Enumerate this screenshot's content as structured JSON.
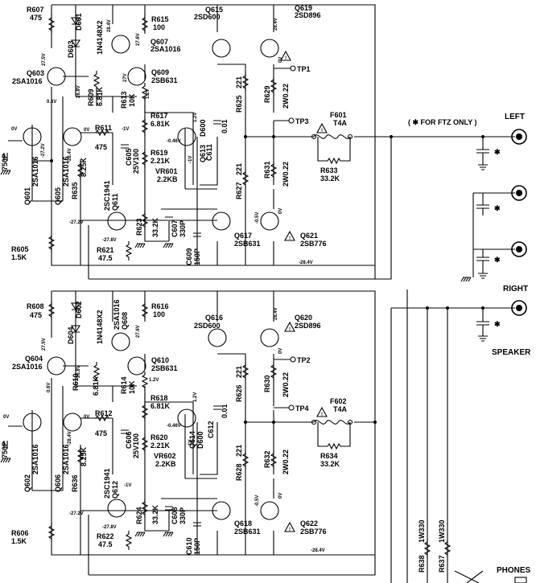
{
  "labels": {
    "ftz_note": "( ✱ FOR FTZ ONLY )",
    "left": "LEFT",
    "right": "RIGHT",
    "speaker": "SPEAKER",
    "phones": "PHONES",
    "tp1": "TP1",
    "tp2": "TP2",
    "tp3": "TP3",
    "tp4": "TP4"
  },
  "top": {
    "r607": [
      "R607",
      "475"
    ],
    "d601": "D601",
    "d603": "D603",
    "d_type": "1N4148X2",
    "r615": [
      "R615",
      "100"
    ],
    "q607": [
      "Q607",
      "2SA1016"
    ],
    "q615": [
      "Q615",
      "2SD600"
    ],
    "q619": [
      "Q619",
      "2SD896"
    ],
    "q603": [
      "Q603",
      "2SA1016"
    ],
    "q609": [
      "Q609",
      "2SB631"
    ],
    "r609": [
      "R609",
      "6.81K"
    ],
    "r613": [
      "R613",
      "10K"
    ],
    "r617": [
      "R617",
      "6.81K"
    ],
    "r619": [
      "R619",
      "2.21K"
    ],
    "vr601": [
      "VR601",
      "2.2KB"
    ],
    "d600": "D600",
    "q613": "Q613",
    "c611": [
      "C611",
      "0.01"
    ],
    "r625": [
      "R625",
      "221"
    ],
    "r629": [
      "R629",
      "2W0.22"
    ],
    "r627": [
      "R627",
      "221"
    ],
    "r631": [
      "R631",
      "2W0.22"
    ],
    "f601": [
      "F601",
      "T4A"
    ],
    "r633": [
      "R633",
      "33.2K"
    ],
    "r611": [
      "R611",
      "475"
    ],
    "c605": [
      "C605",
      "25V100"
    ],
    "r635": [
      "R635",
      "8.25K"
    ],
    "q601": [
      "Q601",
      "2SA1016"
    ],
    "q605": [
      "Q605",
      "2SA1016"
    ],
    "q611": [
      "2SC1941",
      "Q611"
    ],
    "c_in": "750P",
    "r623": [
      "R623",
      "33.2K"
    ],
    "c607": [
      "C607",
      "330P"
    ],
    "c609": [
      "C609",
      "150P"
    ],
    "q617": [
      "Q617",
      "2SB631"
    ],
    "q621": [
      "Q621",
      "2SB776"
    ],
    "r605": [
      "R605",
      "1.5K"
    ],
    "r621": [
      "R621",
      "47.5"
    ],
    "volts": {
      "v1": "27.5V",
      "v2": "26.8V",
      "v3": "0.6V",
      "v4": "0V",
      "v5": "-27.2V",
      "v6": "0V",
      "v7": "-28.4V",
      "v8": "28.4V",
      "v9": "27.6V",
      "v10": "27V",
      "v11": "1.2V",
      "v12": "28.4V",
      "v13": "0V",
      "v14": "-1V",
      "v15": "1.2V",
      "v16": "-0.46V",
      "v17": "-1V",
      "v18": "-27.2V",
      "v19": "-27.8V",
      "v20": "-0.5V",
      "v21": "0V",
      "v22": "-28.4V"
    }
  },
  "bottom": {
    "r608": [
      "R608",
      "475"
    ],
    "d602": "D602",
    "d604": "D604",
    "d_type": "1N4148X2",
    "q608": [
      "2SA1016",
      "Q608"
    ],
    "r616": [
      "R616",
      "100"
    ],
    "q616": [
      "Q616",
      "2SD600"
    ],
    "q620": [
      "Q620",
      "2SD896"
    ],
    "q604": [
      "Q604",
      "2SA1016"
    ],
    "q610": [
      "Q610",
      "2SB631"
    ],
    "r610": [
      "R610",
      "6.81K"
    ],
    "r614": [
      "R614",
      "10K"
    ],
    "r618": [
      "R618",
      "6.81K"
    ],
    "r620": [
      "R620",
      "2.21K"
    ],
    "vr602": [
      "VR602",
      "2.2KB"
    ],
    "q614": "Q614",
    "d600": "D600",
    "c612": [
      "C612",
      "0.01"
    ],
    "r626": [
      "R626",
      "221"
    ],
    "r630": [
      "R630",
      "2W0.22"
    ],
    "r628": [
      "R628",
      "221"
    ],
    "r632": [
      "R632",
      "2W0.22"
    ],
    "f602": [
      "F602",
      "T4A"
    ],
    "r634": [
      "R634",
      "33.2K"
    ],
    "r612": [
      "R612",
      "475"
    ],
    "c606": [
      "C606",
      "25V100"
    ],
    "r636": [
      "R636",
      "8.25K"
    ],
    "q602": [
      "Q602",
      "2SA1016"
    ],
    "q606": [
      "Q606",
      "2SA1016"
    ],
    "q612": [
      "2SC1941",
      "Q612"
    ],
    "c_in": "750P",
    "r624": [
      "R624",
      "33.2K"
    ],
    "c608": [
      "C608",
      "330P"
    ],
    "c610": [
      "C610",
      "150P"
    ],
    "q618": [
      "Q618",
      "2SB631"
    ],
    "q622": [
      "Q622",
      "2SB776"
    ],
    "r606": [
      "R606",
      "1.5K"
    ],
    "r622": [
      "R622",
      "47.5"
    ],
    "r638": [
      "R638",
      "1W330"
    ],
    "r637": [
      "R637",
      "1W330"
    ],
    "volts": {
      "v1": "27.5V",
      "v2": "26.8V",
      "v3": "0.6V",
      "v4": "0V",
      "v5": "0V",
      "v6": "-28.4V",
      "v7": "27.6V",
      "v8": "28.4V",
      "v9": "1.2V",
      "v10": "0V",
      "v11": "1.2V",
      "v12": "-0.46V",
      "v13": "-1V",
      "v14": "-1V",
      "v15": "-27.2V",
      "v16": "-27.8V",
      "v17": "-0.5V",
      "v18": "0V",
      "v19": "-28.4V"
    }
  }
}
